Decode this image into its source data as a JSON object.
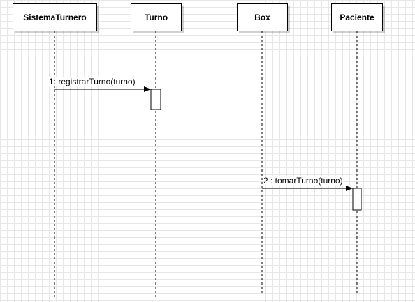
{
  "participants": [
    {
      "name": "SistemaTurnero"
    },
    {
      "name": "Turno"
    },
    {
      "name": "Box"
    },
    {
      "name": "Paciente"
    }
  ],
  "messages": [
    {
      "label": "1: registrarTurno(turno)"
    },
    {
      "label": "2 : tomarTurno(turno)"
    }
  ],
  "colors": {
    "line": "#000000",
    "grid": "#e6e6e6",
    "box_fill": "#ffffff"
  }
}
